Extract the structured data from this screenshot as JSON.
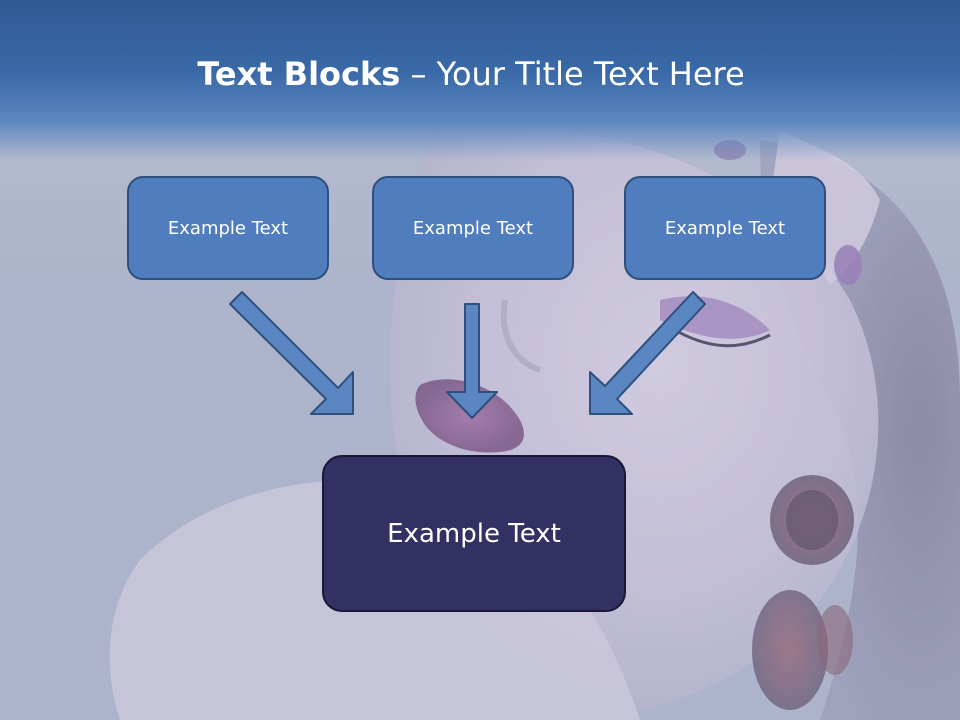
{
  "title": {
    "bold": "Text Blocks",
    "dash": "–",
    "rest": "Your Title Text Here"
  },
  "boxes": [
    {
      "label": "Example Text"
    },
    {
      "label": "Example Text"
    },
    {
      "label": "Example Text"
    }
  ],
  "main_box": {
    "label": "Example Text"
  },
  "colors": {
    "header": "#3a69a7",
    "small_box_fill": "#4f7dbd",
    "main_box_fill": "#333064",
    "arrow_fill": "#5a86c2"
  }
}
